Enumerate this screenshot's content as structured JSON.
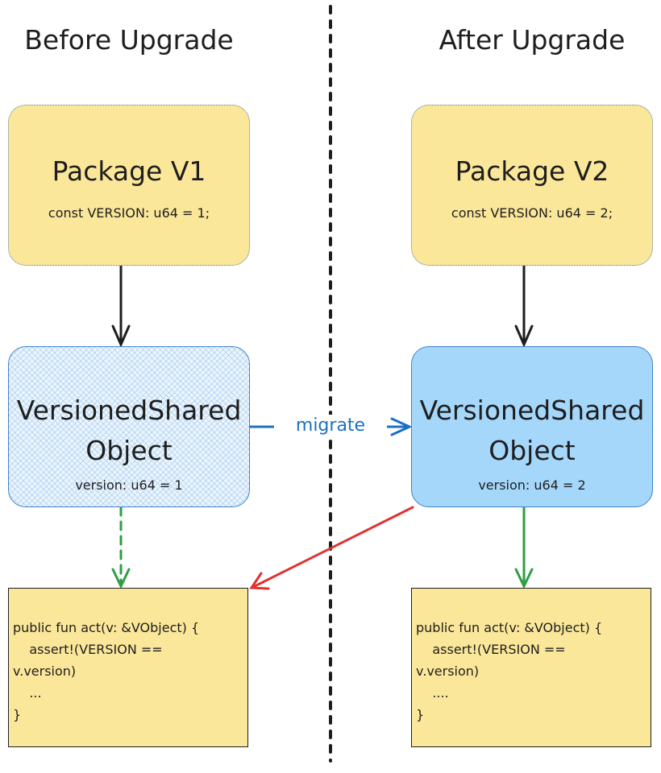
{
  "headings": {
    "before": "Before Upgrade",
    "after": "After Upgrade"
  },
  "package_v1": {
    "title": "Package V1",
    "const": "const VERSION: u64 = 1;"
  },
  "package_v2": {
    "title": "Package V2",
    "const": "const VERSION: u64 = 2;"
  },
  "object_v1": {
    "title_line1": "VersionedShared",
    "title_line2": "Object",
    "version": "version: u64 = 1"
  },
  "object_v2": {
    "title_line1": "VersionedShared",
    "title_line2": "Object",
    "version": "version: u64 = 2"
  },
  "migrate_label": "migrate",
  "code_left": {
    "line1": "public fun act(v: &VObject) {",
    "line2": "    assert!(VERSION ==",
    "line3": "v.version)",
    "line4": "    ...",
    "line5": "}"
  },
  "code_right": {
    "line1": "public fun act(v: &VObject) {",
    "line2": "    assert!(VERSION ==",
    "line3": "v.version)",
    "line4": "    ....",
    "line5": "}"
  },
  "colors": {
    "package_fill": "#fbe79a",
    "object_v1_fill": "#ecf5fd",
    "object_v2_fill": "#a5d7fb",
    "migrate_arrow": "#1b70c4",
    "green_arrow": "#2f9e44",
    "red_arrow": "#e03131",
    "black_arrow": "#1e1e1e"
  }
}
